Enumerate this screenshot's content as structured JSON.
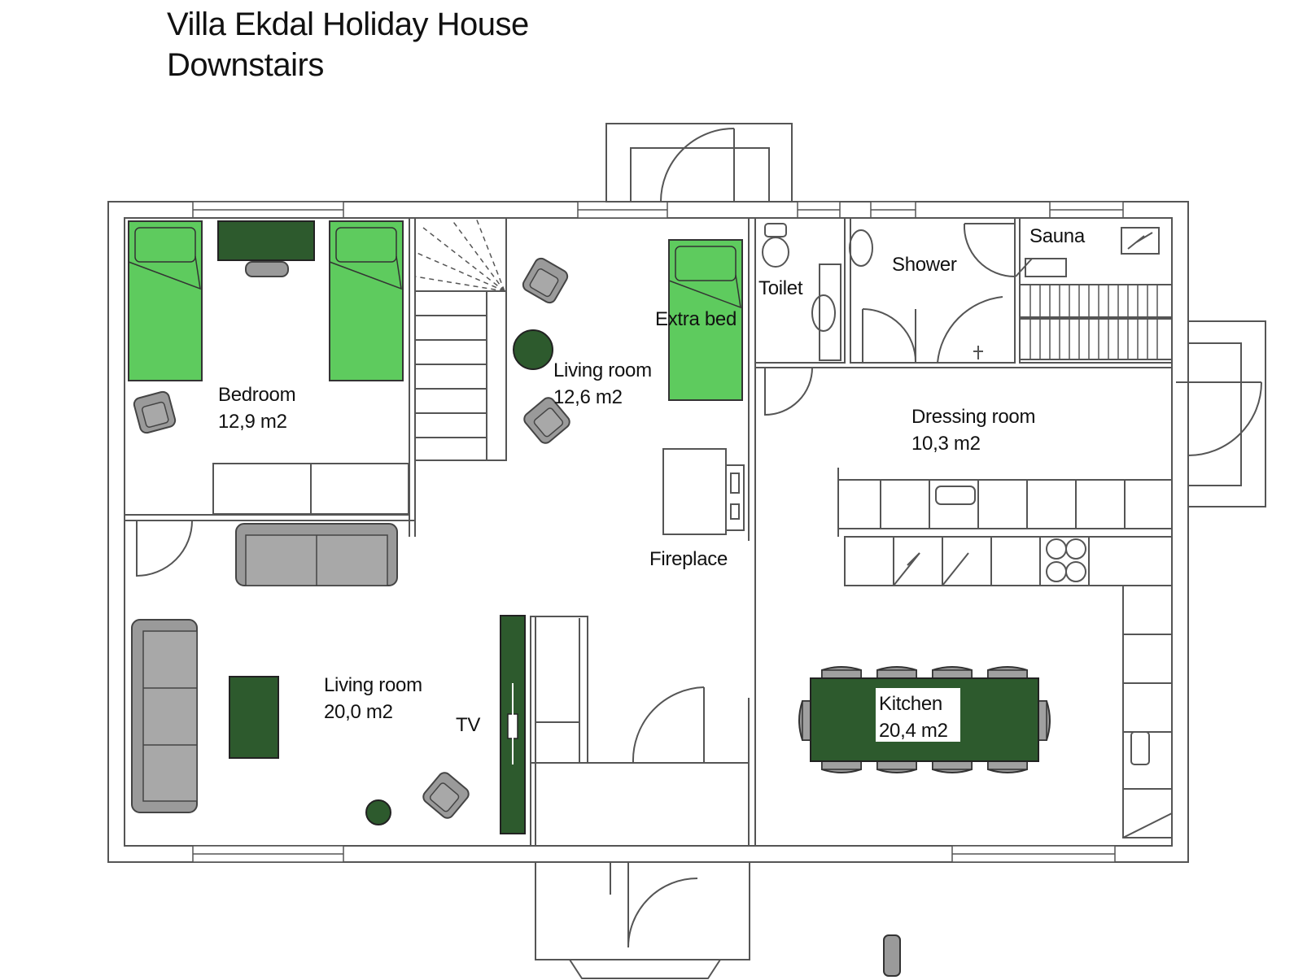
{
  "title": "Villa Ekdal Holiday House",
  "subtitle": "Downstairs",
  "colors": {
    "bed": "#5ecb5e",
    "dark_green": "#2d5a2d",
    "chair": "#999999",
    "wall": "#555555",
    "background": "#ffffff"
  },
  "rooms": {
    "bedroom": {
      "name": "Bedroom",
      "area": "12,9 m2"
    },
    "living_small": {
      "name": "Living room",
      "area": "12,6 m2"
    },
    "living_large": {
      "name": "Living room",
      "area": "20,0 m2"
    },
    "kitchen": {
      "name": "Kitchen",
      "area": "20,4 m2"
    },
    "dressing": {
      "name": "Dressing room",
      "area": "10,3 m2"
    },
    "toilet": {
      "name": "Toilet"
    },
    "shower": {
      "name": "Shower"
    },
    "sauna": {
      "name": "Sauna"
    }
  },
  "fixtures": {
    "extra_bed": "Extra bed",
    "fireplace": "Fireplace",
    "tv": "TV"
  }
}
